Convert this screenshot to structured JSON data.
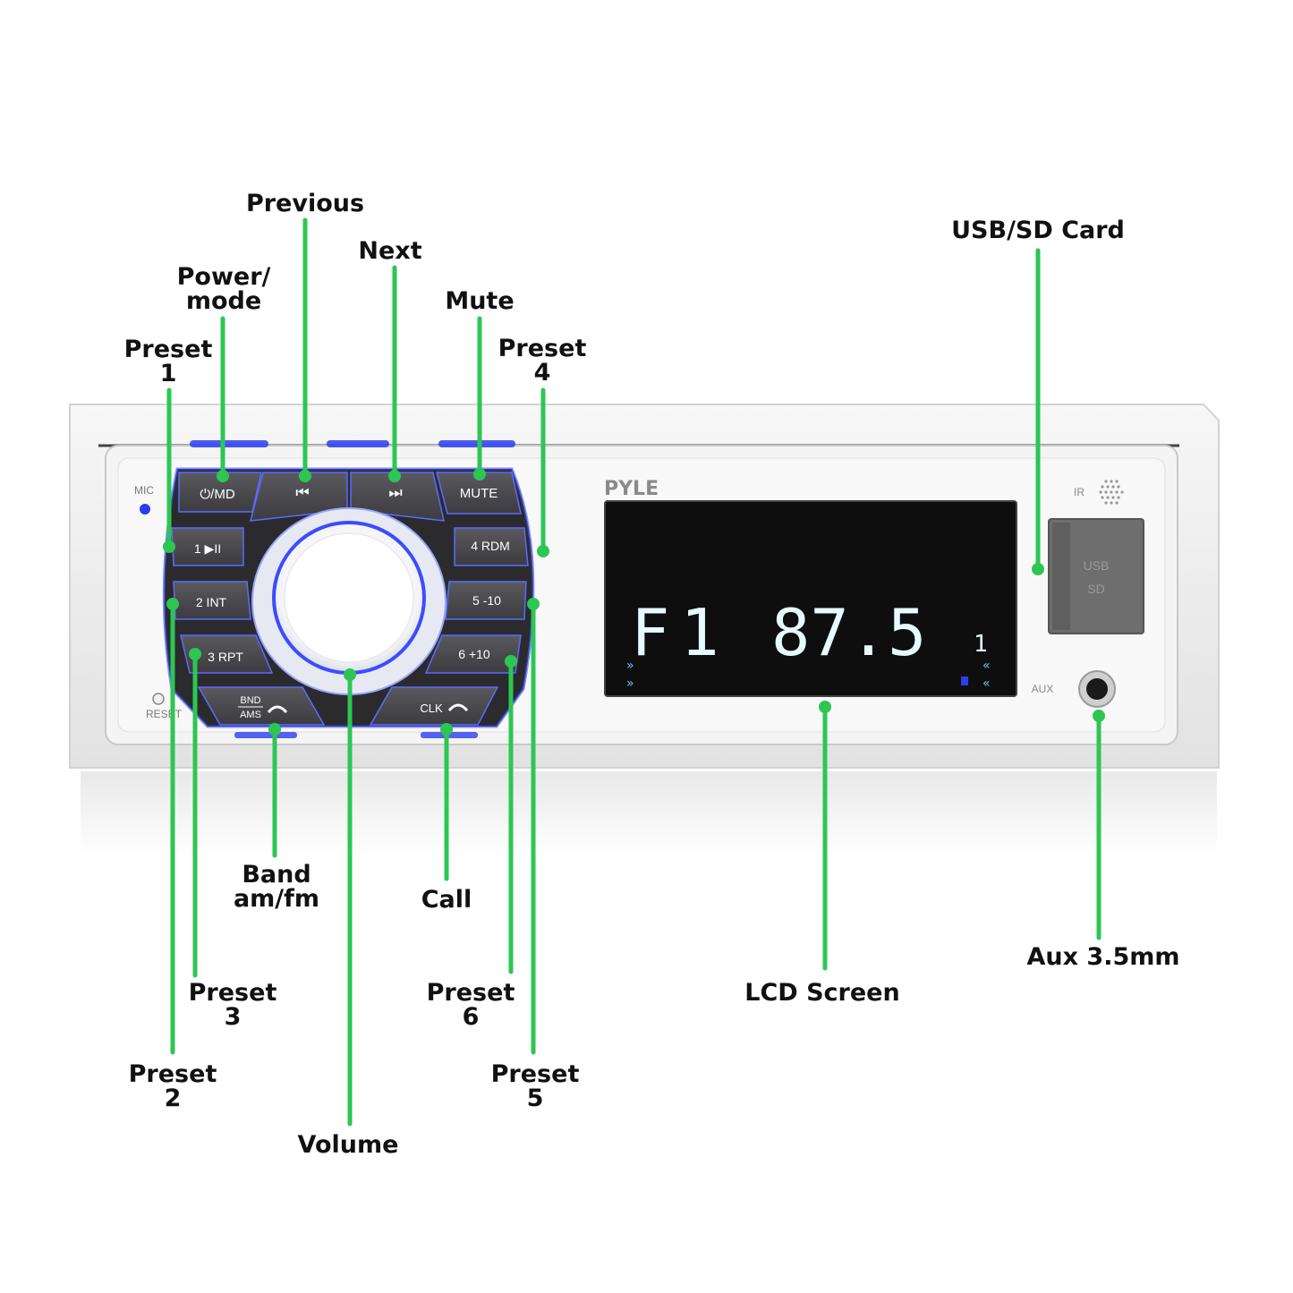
{
  "brand": "PYLE",
  "panel_labels": {
    "mic": "MIC",
    "reset": "RESET",
    "ir": "IR",
    "aux": "AUX",
    "usb": "USB",
    "sd": "SD"
  },
  "buttons": {
    "power": "⏻/MD",
    "prev": "⏮",
    "next": "⏭",
    "mute": "MUTE",
    "p1": "1 ▶II",
    "p2": "2  INT",
    "p3": "3 RPT",
    "p4": "4 RDM",
    "p5": "5 -10",
    "p6": "6 +10",
    "bnd": "BND",
    "ams": "AMS",
    "clk": "CLK"
  },
  "display": {
    "band": "F1",
    "frequency": "87.5",
    "channel": "1",
    "arrows_left": "»",
    "arrows_right": "«"
  },
  "callouts": {
    "previous": "Previous",
    "next": "Next",
    "power_line1": "Power/",
    "power_line2": "mode",
    "mute": "Mute",
    "preset1_line1": "Preset",
    "preset1_line2": "1",
    "preset4_line1": "Preset",
    "preset4_line2": "4",
    "usb_sd": "USB/SD Card",
    "band_line1": "Band",
    "band_line2": "am/fm",
    "call": "Call",
    "aux": "Aux 3.5mm",
    "preset3_line1": "Preset",
    "preset3_line2": "3",
    "preset6_line1": "Preset",
    "preset6_line2": "6",
    "lcd": "LCD Screen",
    "preset2_line1": "Preset",
    "preset2_line2": "2",
    "preset5_line1": "Preset",
    "preset5_line2": "5",
    "volume": "Volume"
  },
  "colors": {
    "leader": "#2dc653",
    "led": "#2a3df0",
    "button": "#4c4c4f",
    "lcd_bg": "#0e0e0e",
    "lcd_digit": "#e6fbff",
    "faceplate": "#f3f3f3"
  }
}
